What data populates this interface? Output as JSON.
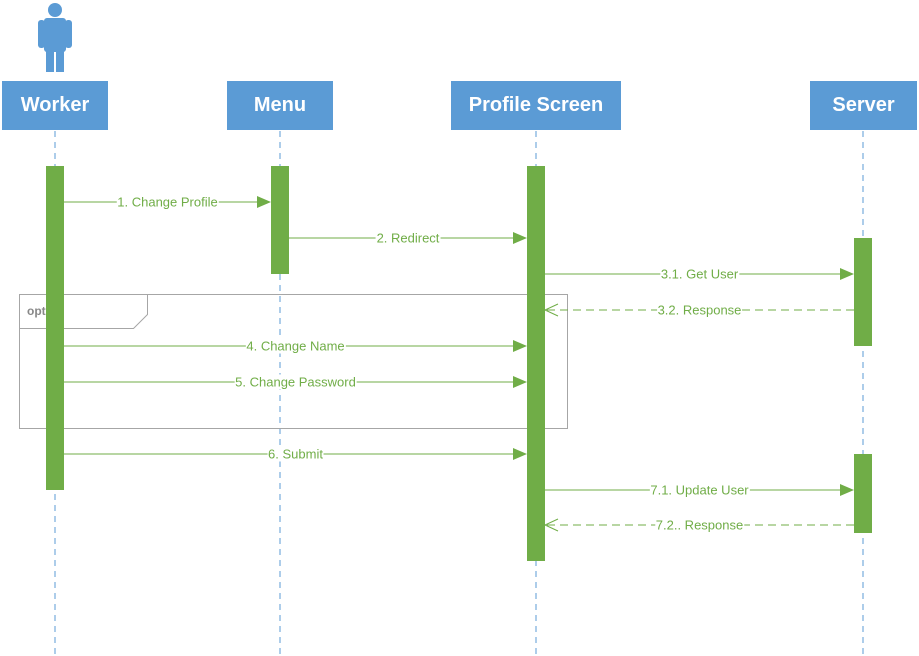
{
  "colors": {
    "participant": "#5b9bd5",
    "activation": "#70ad47",
    "message": "#70ad47",
    "lifeline": "#5b9bd5",
    "frame": "#a6a6a6"
  },
  "actor": {
    "icon": "person-icon"
  },
  "participants": [
    {
      "id": "worker",
      "label": "Worker"
    },
    {
      "id": "menu",
      "label": "Menu"
    },
    {
      "id": "profile",
      "label": "Profile Screen"
    },
    {
      "id": "server",
      "label": "Server"
    }
  ],
  "frame": {
    "label": "opt"
  },
  "messages": [
    {
      "from": "worker",
      "to": "menu",
      "label": "1. Change Profile",
      "style": "sync"
    },
    {
      "from": "menu",
      "to": "profile",
      "label": "2. Redirect",
      "style": "sync"
    },
    {
      "from": "profile",
      "to": "server",
      "label": "3.1. Get User",
      "style": "sync"
    },
    {
      "from": "server",
      "to": "profile",
      "label": "3.2. Response",
      "style": "reply"
    },
    {
      "from": "worker",
      "to": "profile",
      "label": "4. Change Name",
      "style": "sync"
    },
    {
      "from": "worker",
      "to": "profile",
      "label": "5. Change Password",
      "style": "sync"
    },
    {
      "from": "worker",
      "to": "profile",
      "label": "6. Submit",
      "style": "sync"
    },
    {
      "from": "profile",
      "to": "server",
      "label": "7.1. Update User",
      "style": "sync"
    },
    {
      "from": "server",
      "to": "profile",
      "label": "7.2.. Response",
      "style": "reply"
    }
  ]
}
